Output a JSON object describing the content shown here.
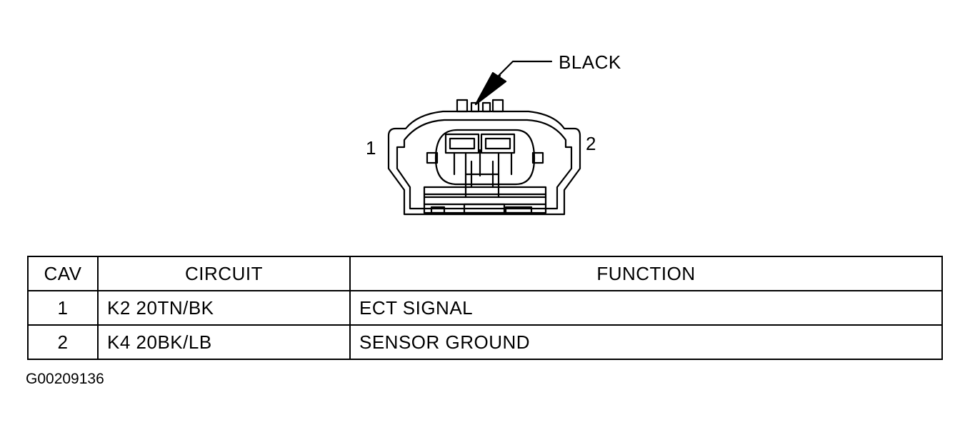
{
  "connector": {
    "color_label": "BLACK",
    "pin_labels": [
      "1",
      "2"
    ]
  },
  "table": {
    "headers": [
      "CAV",
      "CIRCUIT",
      "FUNCTION"
    ],
    "rows": [
      {
        "cav": "1",
        "circuit": "K2 20TN/BK",
        "function": "ECT SIGNAL"
      },
      {
        "cav": "2",
        "circuit": "K4 20BK/LB",
        "function": "SENSOR GROUND"
      }
    ]
  },
  "figure_id": "G00209136"
}
